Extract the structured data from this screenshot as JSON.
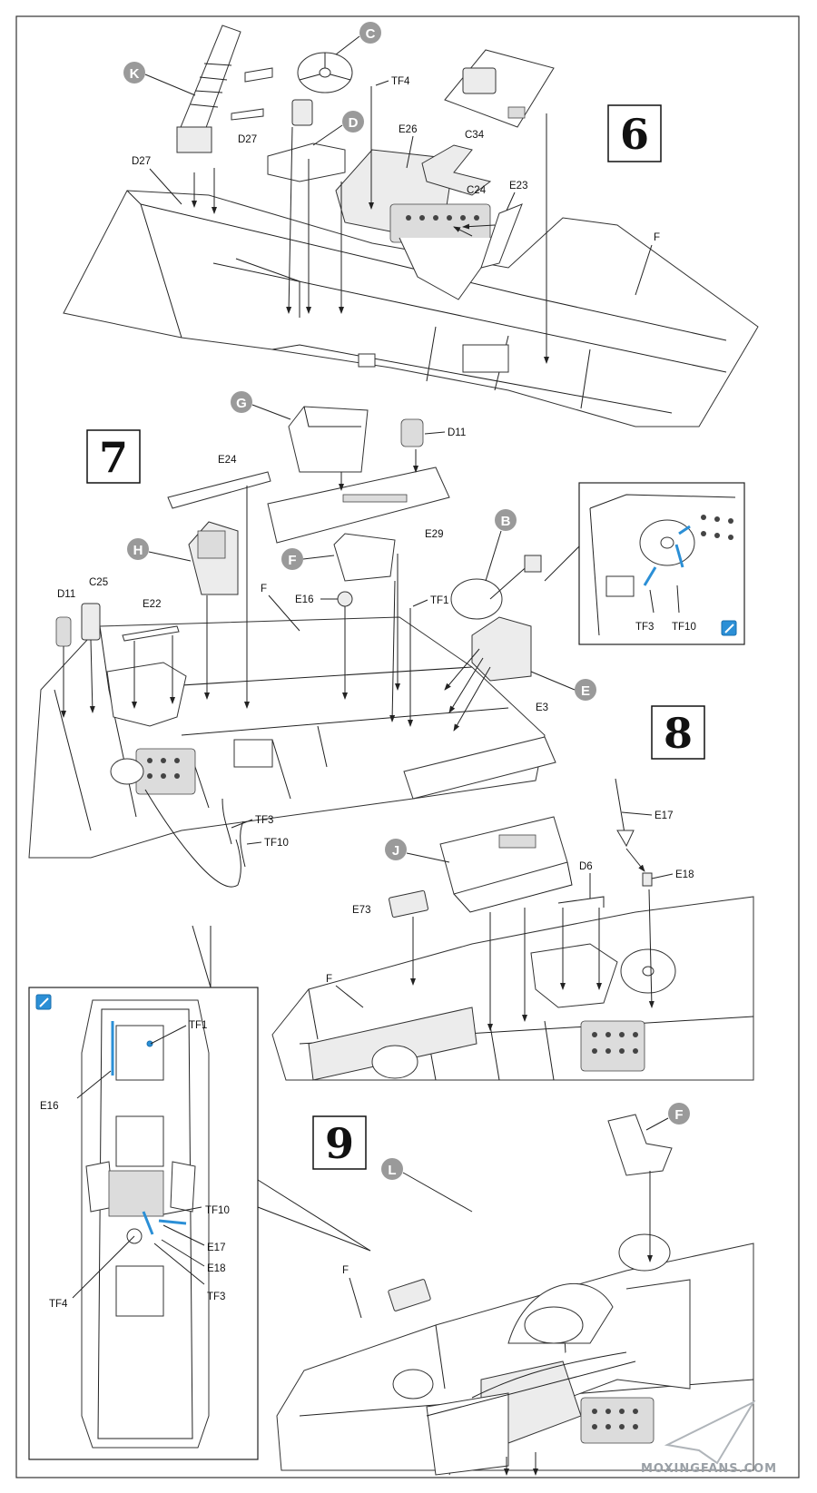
{
  "steps": [
    {
      "number": "6"
    },
    {
      "number": "7"
    },
    {
      "number": "8"
    },
    {
      "number": "9"
    }
  ],
  "step6": {
    "circle_labels": [
      "K",
      "C",
      "D"
    ],
    "part_labels": [
      "TF4",
      "D27",
      "E26",
      "C34",
      "D27",
      "C24",
      "E23",
      "F"
    ]
  },
  "step7": {
    "circle_labels": [
      "G",
      "B",
      "H",
      "F",
      "E"
    ],
    "part_labels": [
      "E24",
      "D11",
      "E29",
      "D11",
      "C25",
      "E22",
      "F",
      "E16",
      "TF1",
      "E3",
      "TF3",
      "TF10"
    ],
    "detail_labels": [
      "TF3",
      "TF10"
    ]
  },
  "step8": {
    "circle_labels": [
      "J"
    ],
    "part_labels": [
      "E17",
      "E18",
      "D6",
      "E73",
      "F"
    ]
  },
  "overview": {
    "part_labels": [
      "TF1",
      "E16",
      "TF10",
      "E17",
      "E18",
      "TF4",
      "TF3"
    ]
  },
  "step9": {
    "circle_labels": [
      "F",
      "L"
    ],
    "part_labels": [
      "F"
    ]
  },
  "watermark": "MOXINGFANS.COM",
  "colors": {
    "callout_circle": "#9a9a9a",
    "paint_blue": "#2b8fd6"
  },
  "icons": [
    "paint-brush-icon",
    "watermark-logo-icon"
  ]
}
